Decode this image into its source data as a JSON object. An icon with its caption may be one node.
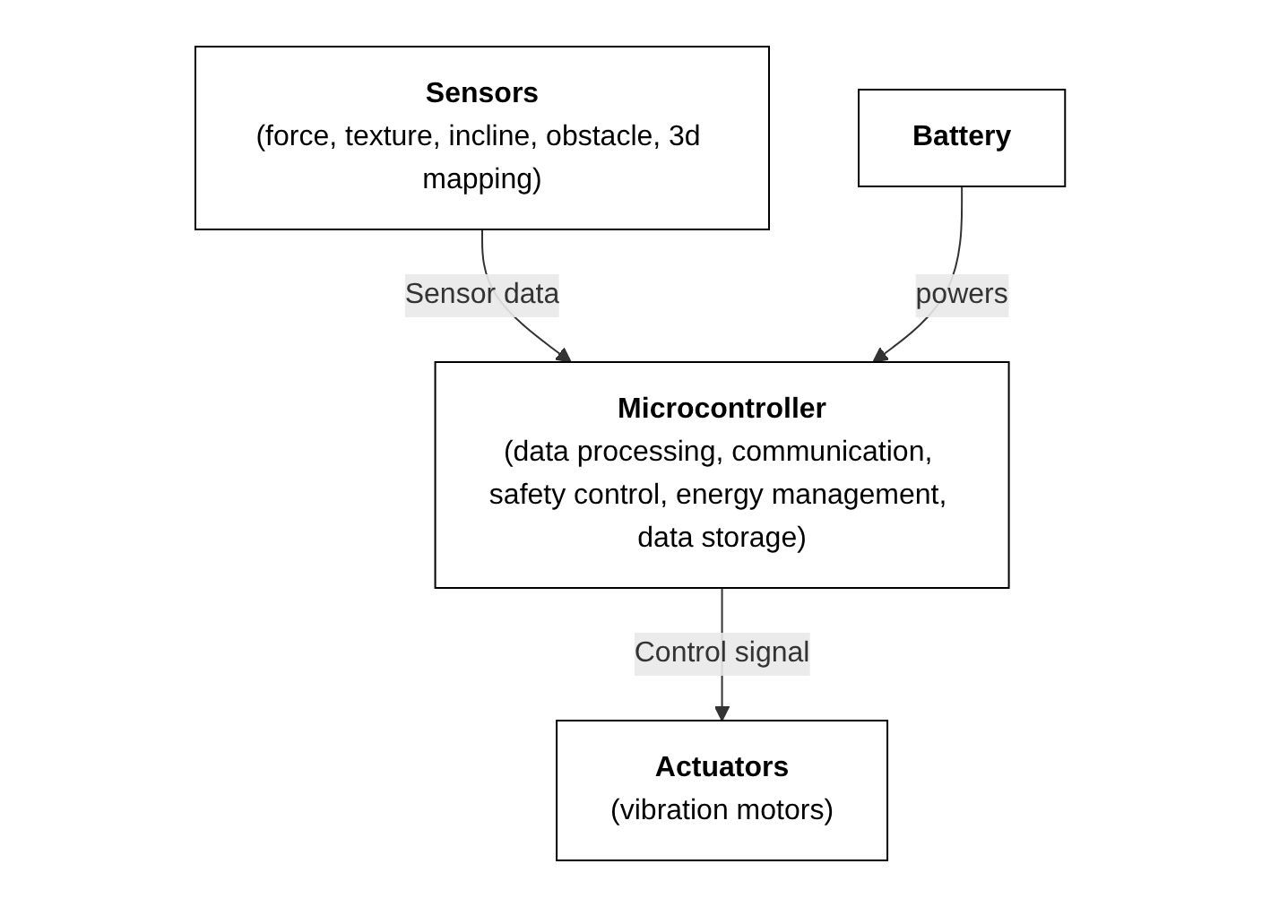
{
  "diagram": {
    "nodes": [
      {
        "text": [
          "Sensors",
          "(force, texture, incline, obstacle, 3d mapping)"
        ]
      },
      {
        "text": [
          "Battery"
        ]
      },
      {
        "text": [
          "Microcontroller",
          "(data processing, communication, safety control, energy management, data storage)"
        ]
      },
      {
        "text": [
          "Actuators",
          "(vibration motors)"
        ]
      }
    ],
    "edges": [
      {
        "from": 0,
        "to": 2,
        "arrow": "to",
        "label": "Sensor data"
      },
      {
        "from": 1,
        "to": 2,
        "arrow": "to",
        "label": "powers"
      },
      {
        "from": 2,
        "to": 3,
        "arrow": "to",
        "label": "Control signal"
      }
    ]
  }
}
